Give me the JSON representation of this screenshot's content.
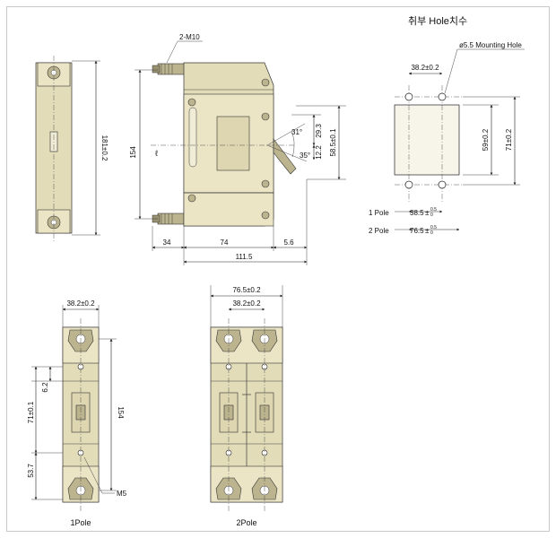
{
  "title": "취부 Hole치수",
  "side_view": {
    "label_thread": "2-M10",
    "label_cl": "ℓ",
    "dim_height": "154",
    "dim_left": "34",
    "dim_mid": "74",
    "dim_right": "5.6",
    "dim_total": "111.5",
    "angle_top": "31°",
    "angle_bottom": "35°",
    "dim_29": "29.3",
    "dim_12": "12.2",
    "dim_58": "58.5±0.1"
  },
  "end_view": {
    "dim_height": "181±0.2"
  },
  "hole_view": {
    "label_hole": "ø5.5 Mounting Hole",
    "dim_top": "38.2±0.2",
    "dim_59": "59±0.2",
    "dim_71": "71±0.2",
    "row1_label": "1 Pole",
    "row1_value": "38.5",
    "row2_label": "2 Pole",
    "row2_value": "76.5",
    "tol_upper": "0.5",
    "tol_lower": "0",
    "tol_prefix": "±"
  },
  "pole1": {
    "dim_top": "38.2±0.2",
    "dim_6": "6.2",
    "dim_71": "71±0.1",
    "dim_154": "154",
    "dim_53": "53.7",
    "label_m5": "M5",
    "caption": "1Pole"
  },
  "pole2": {
    "dim_outer": "76.5±0.2",
    "dim_inner": "38.2±0.2",
    "caption": "2Pole"
  }
}
